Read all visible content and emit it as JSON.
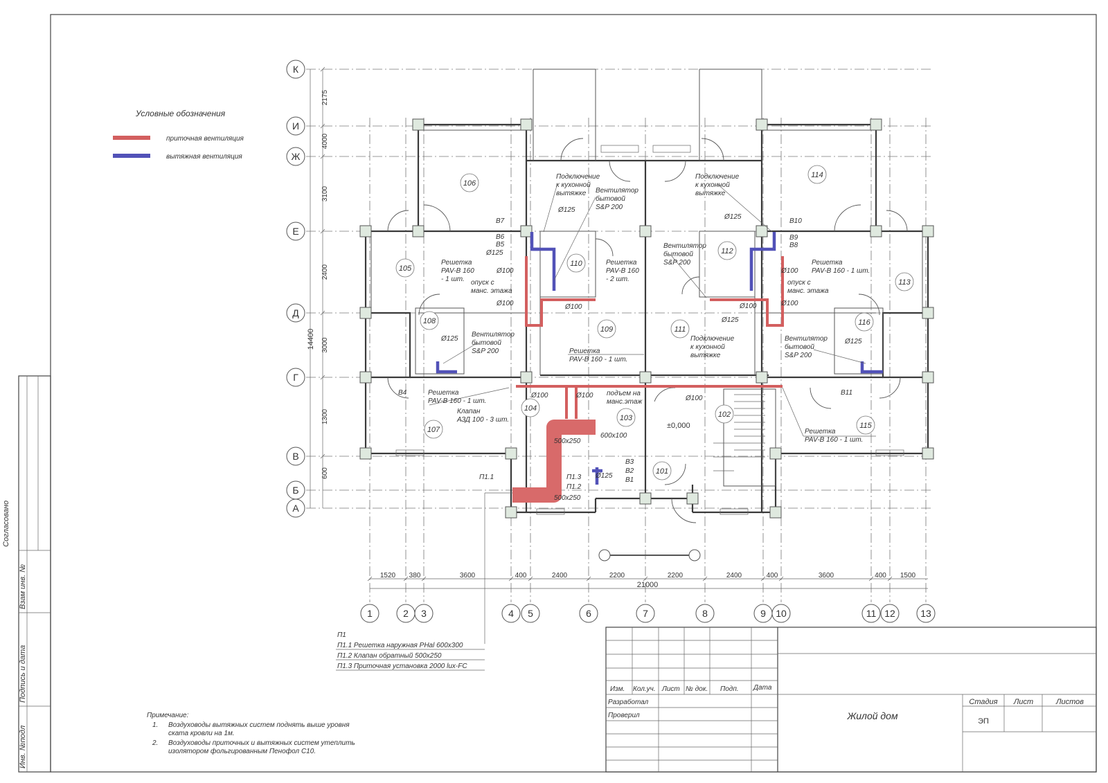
{
  "legend": {
    "title": "Условные обозначения",
    "supply_label": "приточная вентиляция",
    "exhaust_label": "вытяжная вентиляция",
    "supply_color": "#d35f5f",
    "exhaust_color": "#5252b8"
  },
  "axes_rows": [
    "К",
    "И",
    "Ж",
    "Е",
    "Д",
    "Г",
    "В",
    "Б",
    "А"
  ],
  "axes_cols": [
    "1",
    "2",
    "3",
    "4",
    "5",
    "6",
    "7",
    "8",
    "9",
    "10",
    "11",
    "12",
    "13"
  ],
  "dims_vertical": [
    "2175",
    "4000",
    "3100",
    "2400",
    "3000",
    "1300",
    "600"
  ],
  "dim_total_vertical": "14400",
  "dims_horizontal": [
    "1520",
    "380",
    "3600",
    "400",
    "2400",
    "2200",
    "2200",
    "2400",
    "400",
    "3600",
    "400",
    "1500"
  ],
  "dim_total_horizontal": "21000",
  "rooms": [
    "106",
    "105",
    "108",
    "107",
    "104",
    "110",
    "109",
    "103",
    "101",
    "102",
    "111",
    "112",
    "114",
    "113",
    "116",
    "115"
  ],
  "level_mark": "±0,000",
  "labels": {
    "kitchen_left": [
      "Подключение",
      "к кухонной",
      "вытяжке"
    ],
    "kitchen_right": [
      "Подключение",
      "к кухонной",
      "вытяжке"
    ],
    "kitchen_mid": [
      "Подключение",
      "к кухонной",
      "вытяжке"
    ],
    "fan_110": [
      "Вентилятор",
      "бытовой",
      "S&P 200"
    ],
    "fan_112": [
      "Вентилятор",
      "бытовой",
      "S&P 200"
    ],
    "fan_108": [
      "Вентилятор",
      "бытовой",
      "S&P 200"
    ],
    "fan_116": [
      "Вентилятор",
      "бытовой",
      "S&P 200"
    ],
    "grille_105": [
      "Решетка",
      "PAV-B 160",
      "- 1 шт."
    ],
    "grille_109": [
      "Решетка",
      "PAV-B 160",
      "- 2 шт."
    ],
    "grille_113": [
      "Решетка",
      "PAV-B 160 - 1 шт."
    ],
    "grille_109b": [
      "Решетка",
      "PAV-B 160 - 1 шт."
    ],
    "grille_107": [
      "Решетка",
      "PAV-B 160 - 1 шт."
    ],
    "grille_115": [
      "Решетка",
      "PAV-B 160 - 1 шт."
    ],
    "drop_left": [
      "опуск с",
      "манс. этажа"
    ],
    "drop_right": [
      "опуск с",
      "манс. этажа"
    ],
    "rise": [
      "подъем на",
      "манс.этаж"
    ],
    "valve": [
      "Клапан",
      "АЗД 100 - 3 шт."
    ],
    "d125": "Ø125",
    "d100": "Ø100",
    "duct_600x100": "600x100",
    "duct_500x250": "500x250",
    "b": [
      "В1",
      "В2",
      "В3",
      "В4",
      "В5",
      "В6",
      "В7",
      "В8",
      "В9",
      "В10",
      "В11"
    ],
    "p": [
      "П1.1",
      "П1.2",
      "П1.3"
    ]
  },
  "spec": {
    "title": "П1",
    "rows": [
      "П1.1 Решетка наружная PHal 600x300",
      "П1.2 Клапан обратный 500x250",
      "П1.3 Приточная установка 2000 lux-FC"
    ]
  },
  "notes": {
    "title": "Примечание:",
    "items": [
      [
        "1.",
        "Воздуховоды вытяжных систем поднять выше уровня",
        "ската кровли на 1м."
      ],
      [
        "2.",
        "Воздуховоды приточных и вытяжных систем утеплить",
        "изолятором фольгированным Пенофол С10."
      ]
    ]
  },
  "stamp": {
    "headers": [
      "Изм.",
      "Кол.уч.",
      "Лист",
      "№ док.",
      "Подп.",
      "Дата"
    ],
    "developed": "Разработал",
    "checked": "Проверил",
    "project": "Жилой дом",
    "stage_label": "Стадия",
    "sheet_label": "Лист",
    "sheets_label": "Листов",
    "stage_value": "ЭП"
  },
  "side_stamp": [
    "Согласовано",
    "Взам инв. №",
    "Подпись и дата",
    "Инв. №подл"
  ]
}
